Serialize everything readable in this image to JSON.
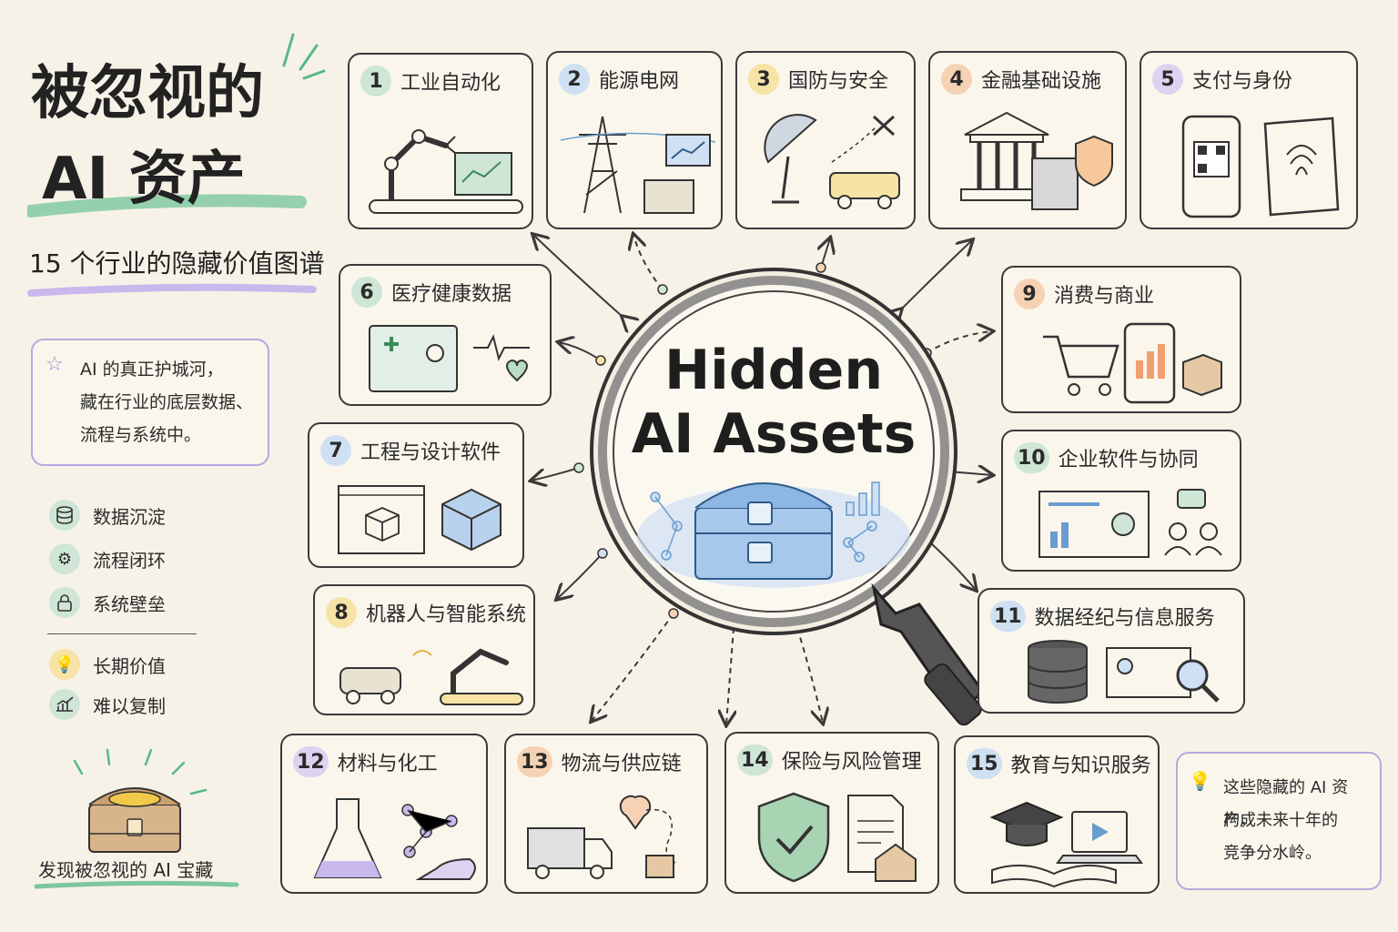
{
  "header": {
    "title_line1": "被忽视的",
    "title_line2": "AI 资产",
    "subtitle": "15 个行业的隐藏价值图谱"
  },
  "note": {
    "line1": "AI 的真正护城河，",
    "line2": "藏在行业的底层数据、",
    "line3": "流程与系统中。"
  },
  "legend": {
    "items": [
      {
        "icon": "database-icon",
        "label": "数据沉淀"
      },
      {
        "icon": "gear-icon",
        "label": "流程闭环"
      },
      {
        "icon": "lock-icon",
        "label": "系统壁垒"
      }
    ],
    "values": [
      {
        "icon": "lightbulb-icon",
        "label": "长期价值"
      },
      {
        "icon": "growth-chart-icon",
        "label": "难以复制"
      }
    ]
  },
  "treasure_caption": "发现被忽视的 AI 宝藏",
  "center": {
    "line1": "Hidden",
    "line2": "AI Assets"
  },
  "colors": {
    "background": "#f7f2e7",
    "green": "#cfe6d6",
    "blue": "#cfe0f3",
    "yellow": "#f7e3a6",
    "orange": "#f6d2b4",
    "purple": "#ddd3f0"
  },
  "sectors": [
    {
      "num": "1",
      "title": "工业自动化",
      "color": "green"
    },
    {
      "num": "2",
      "title": "能源电网",
      "color": "blue"
    },
    {
      "num": "3",
      "title": "国防与安全",
      "color": "yellow"
    },
    {
      "num": "4",
      "title": "金融基础设施",
      "color": "orange"
    },
    {
      "num": "5",
      "title": "支付与身份",
      "color": "purple"
    },
    {
      "num": "6",
      "title": "医疗健康数据",
      "color": "green"
    },
    {
      "num": "7",
      "title": "工程与设计软件",
      "color": "blue"
    },
    {
      "num": "8",
      "title": "机器人与智能系统",
      "color": "yellow"
    },
    {
      "num": "9",
      "title": "消费与商业",
      "color": "orange"
    },
    {
      "num": "10",
      "title": "企业软件与协同",
      "color": "green"
    },
    {
      "num": "11",
      "title": "数据经纪与信息服务",
      "color": "blue"
    },
    {
      "num": "12",
      "title": "材料与化工",
      "color": "purple"
    },
    {
      "num": "13",
      "title": "物流与供应链",
      "color": "orange"
    },
    {
      "num": "14",
      "title": "保险与风险管理",
      "color": "green"
    },
    {
      "num": "15",
      "title": "教育与知识服务",
      "color": "blue"
    }
  ],
  "conclusion": {
    "line1": "这些隐藏的 AI 资产，",
    "line2": "构成未来十年的",
    "line3": "竞争分水岭。"
  }
}
